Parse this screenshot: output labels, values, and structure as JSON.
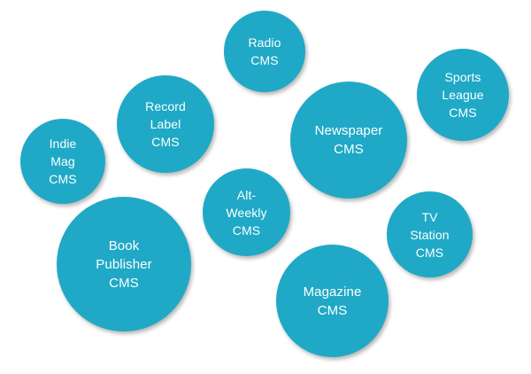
{
  "colors": {
    "bubble_fill": "#1fa9c6",
    "text": "#ffffff",
    "background": "#ffffff"
  },
  "bubbles": {
    "radio": {
      "lines": [
        "Radio",
        "CMS"
      ]
    },
    "sports": {
      "lines": [
        "Sports",
        "League",
        "CMS"
      ]
    },
    "record": {
      "lines": [
        "Record",
        "Label",
        "CMS"
      ]
    },
    "newspaper": {
      "lines": [
        "Newspaper",
        "CMS"
      ]
    },
    "indie": {
      "lines": [
        "Indie",
        "Mag",
        "CMS"
      ]
    },
    "alt": {
      "lines": [
        "Alt-",
        "Weekly",
        "CMS"
      ]
    },
    "tv": {
      "lines": [
        "TV",
        "Station",
        "CMS"
      ]
    },
    "book": {
      "lines": [
        "Book",
        "Publisher",
        "CMS"
      ]
    },
    "magazine": {
      "lines": [
        "Magazine",
        "CMS"
      ]
    }
  }
}
